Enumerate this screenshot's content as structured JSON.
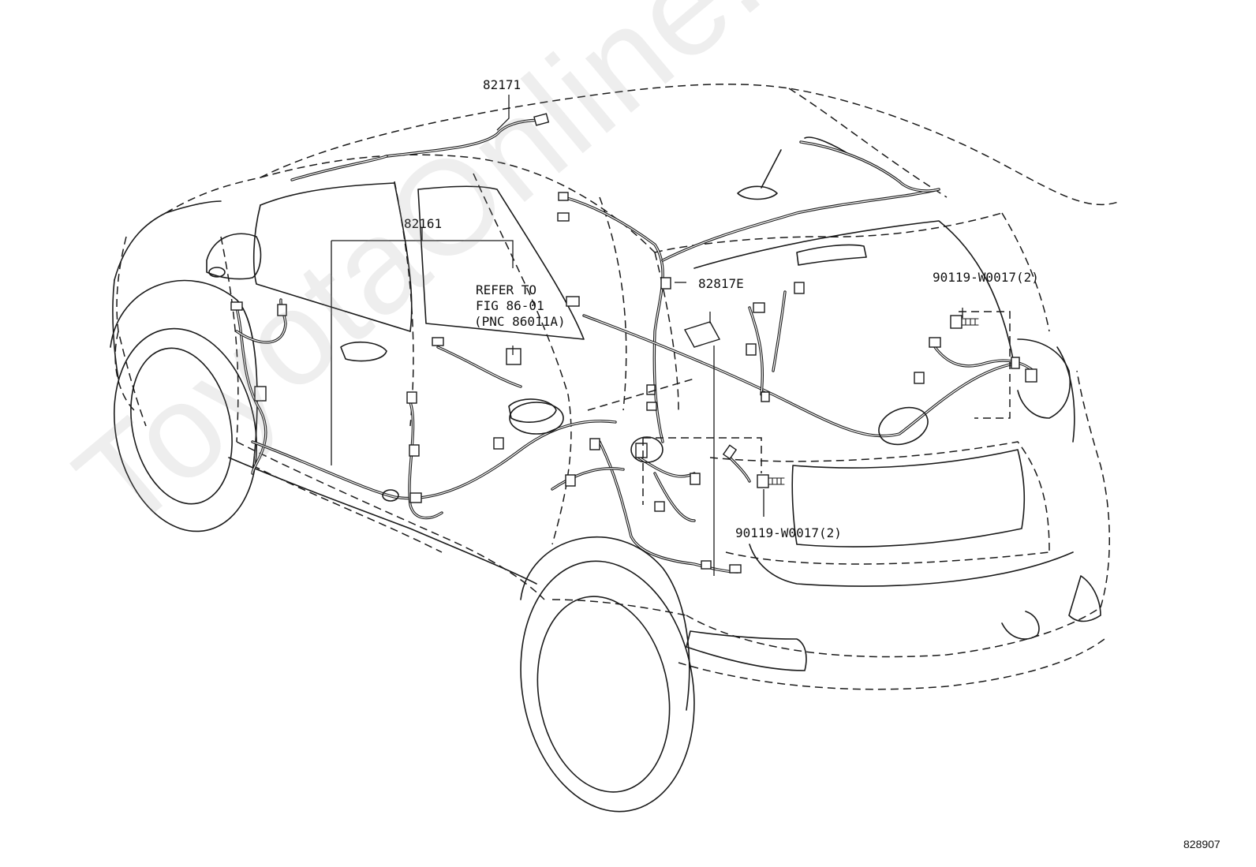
{
  "labels": {
    "p82171": "82171",
    "p82161": "82161",
    "p82817e": "82817E",
    "refer_line1": "REFER TO",
    "refer_line2": "FIG 86-01",
    "refer_line3": "(PNC 86011A)",
    "bolt_upper": "90119-W0017(2)",
    "bolt_lower": "90119-W0017(2)",
    "figure_id": "828907"
  },
  "watermark": "ToyotaOnline.ru",
  "colors": {
    "line": "#1a1a1a",
    "background": "#ffffff",
    "watermark": "#969696"
  }
}
